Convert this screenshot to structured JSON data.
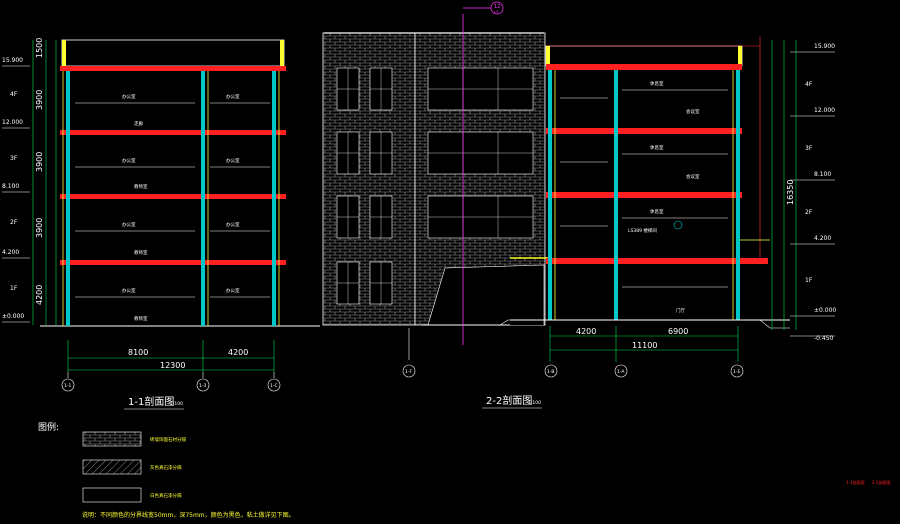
{
  "drawing": {
    "section1": {
      "title": "1-1剖面图",
      "scale": "1:100",
      "overall_width": "12300",
      "span_widths": [
        "8100",
        "4200"
      ],
      "axis_labels": [
        "1-1",
        "1-3",
        "1-C"
      ],
      "levels": [
        "15.900",
        "12.000",
        "8.100",
        "4.200",
        "±0.000"
      ],
      "floor_marks": [
        "4F",
        "3F",
        "2F",
        "1F"
      ],
      "height_dims": [
        "1500",
        "3900",
        "3900",
        "3900",
        "4200"
      ],
      "room_labels": [
        "走廊",
        "办公室",
        "教师室"
      ]
    },
    "section2": {
      "title": "2-2剖面图",
      "scale": "1:100",
      "overall_width": "11100",
      "span_widths": [
        "4200",
        "6900"
      ],
      "axis_labels": [
        "1-B",
        "1-A",
        "1-E"
      ],
      "levels": [
        "15.900",
        "12.000",
        "8.100",
        "4.200",
        "±0.000",
        "-0.450"
      ],
      "total_height": "16350",
      "floor_marks": [
        "4F",
        "3F",
        "2F",
        "1F"
      ],
      "room_labels": [
        "休息室",
        "会议室",
        "门厅"
      ],
      "note_label": "LS389 楼梯间",
      "axis_mark": "1-F",
      "grid_bubble": "12",
      "grid_bubble_sub": "1-F"
    },
    "legend": {
      "title": "图例:",
      "items": [
        "砖墙饰面石材分隔",
        "灰色真石漆分隔",
        "白色真石漆分隔"
      ],
      "note": "说明：不同颜色的分界线宽50mm，深75mm，颜色为黑色，粘土做详见下图。"
    },
    "corner_text": [
      "1-1剖面图",
      "2-2剖面图"
    ],
    "colors": {
      "background": "#000000",
      "lines": "#ffffff",
      "slab": "#ff2020",
      "column": "#00c8c8",
      "dimension": "#00e050",
      "grid": "#ff33ff",
      "text_yellow": "#ffff33"
    }
  }
}
